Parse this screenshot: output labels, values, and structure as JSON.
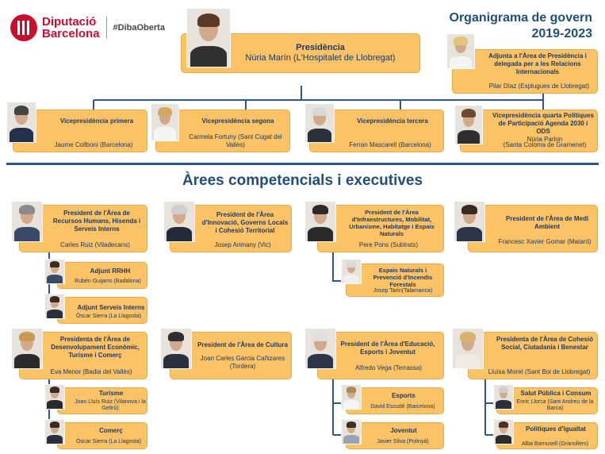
{
  "header": {
    "brand_line1": "Diputació",
    "brand_line2": "Barcelona",
    "hashtag": "#DibaOberta",
    "title_line1": "Organigrama de govern",
    "title_line2": "2019-2023"
  },
  "section_title": "Àrees competencials i executives",
  "presidency": {
    "title": "Presidència",
    "name": "Núria Marín (L'Hospitalet de Llobregat)"
  },
  "adjunta": {
    "title": "Adjunta a l'Àrea de Presidència i delegada per a les Relacions Internacionals",
    "name": "Pilar Díaz (Esplugues de Llobregat)"
  },
  "vice": [
    {
      "title": "Vicepresidència primera",
      "name": "Jaume Collboni (Barcelona)"
    },
    {
      "title": "Vicepresidència segona",
      "name": "Carmela Fortuny (Sant Cugat del Vallès)"
    },
    {
      "title": "Vicepresidència tercera",
      "name": "Ferran Mascarell (Barcelona)"
    },
    {
      "title": "Vicepresidència quarta Polítiques de Participació Agenda 2030 i ODS",
      "name": "Núria Parlon",
      "name2": "(Santa Coloma de Gramenet)"
    }
  ],
  "areas": [
    {
      "title": "President de l'Àrea de Recursos Humans, Hisenda i Serveis Interns",
      "name": "Carles Ruiz (Viladecans)"
    },
    {
      "title": "President de l'Àrea d'Innovació, Governs Locals i Cohesió Territorial",
      "name": "Josep Arimany (Vic)"
    },
    {
      "title": "President de l'Àrea d'Infraestructures, Mobilitat, Urbanisme, Habitatge i Espais Naturals",
      "name": "Pere Pons (Subirats)"
    },
    {
      "title": "President de l'Àrea de Medi Ambient",
      "name": "Francesc Xavier Gomar (Mataró)"
    },
    {
      "title": "Presidenta de l'Àrea de Desenvolupament Econòmic, Turisme i Comerç",
      "name": "Eva Menor (Badia del Vallès)"
    },
    {
      "title": "President de l'Àrea de Cultura",
      "name": "Joan Carles Garcia Cañizares (Tordera)"
    },
    {
      "title": "President de l'Àrea d'Educació, Esports i Joventut",
      "name": "Alfredo Vega (Terrassa)"
    },
    {
      "title": "Presidenta de l'Àrea de Cohesió Social, Ciutadania i Benestar",
      "name": "Lluïsa Moret (Sant Boi de Llobregat)"
    }
  ],
  "subs": [
    {
      "title": "Adjunt RRHH",
      "name": "Rubén Guijarro (Badalona)"
    },
    {
      "title": "Adjunt Serveis Interns",
      "name": "Òscar Sierra (La Llagosta)"
    },
    {
      "title": "Espais Naturals i Prevenció d'Incendis Forestals",
      "name": "Josep Tarín(Talamanca)"
    },
    {
      "title": "Turisme",
      "name": "Joan Lluís Ruiz (Vilanova i la Geltrú)"
    },
    {
      "title": "Comerç",
      "name": "Òscar Sierra (La Llagosta)"
    },
    {
      "title": "Esports",
      "name": "David Escudé (Barcelona)"
    },
    {
      "title": "Joventut",
      "name": "Javier Silva (Polinyà)"
    },
    {
      "title": "Salut Pública i Consum",
      "name": "Enric Llorca (Sant Andreu de la Barca)"
    },
    {
      "title": "Polítiques d'Igualtat",
      "name": "Alba Barnusell (Granollers)"
    }
  ],
  "colors": {
    "box": "#fbc365",
    "box_border": "#e3a94b",
    "line": "#2e5597",
    "text": "#1f3864",
    "brand": "#c8102e"
  }
}
